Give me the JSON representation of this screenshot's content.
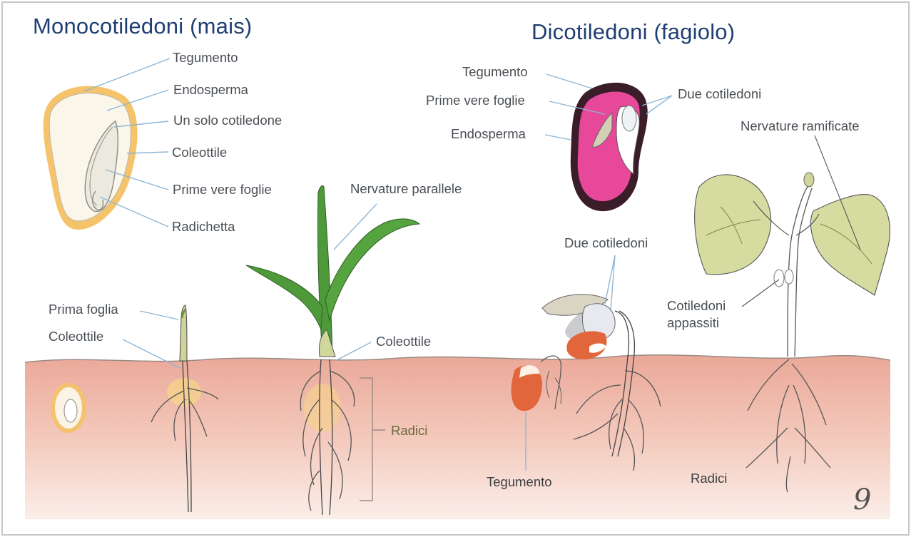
{
  "titles": {
    "mono": "Monocotiledoni (mais)",
    "di": "Dicotiledoni (fagiolo)"
  },
  "mono_seed_labels": {
    "tegumento": "Tegumento",
    "endosperma": "Endosperma",
    "cotiledone": "Un solo cotiledone",
    "coleottile": "Coleottile",
    "prime_foglie": "Prime vere foglie",
    "radichetta": "Radichetta"
  },
  "mono_plant_labels": {
    "prima_foglia": "Prima foglia",
    "coleottile_left": "Coleottile",
    "nervature_parallele": "Nervature parallele",
    "coleottile_right": "Coleottile",
    "radici": "Radici"
  },
  "di_seed_labels": {
    "tegumento": "Tegumento",
    "prime_foglie": "Prime vere foglie",
    "endosperma": "Endosperma",
    "due_cotiledoni": "Due cotiledoni"
  },
  "di_plant_labels": {
    "nervature_ramificate": "Nervature ramificate",
    "due_cotiledoni": "Due cotiledoni",
    "cotiledoni_appassiti": [
      "Cotiledoni",
      "appassiti"
    ],
    "tegumento": "Tegumento",
    "radici": "Radici"
  },
  "page_mark": "9",
  "colors": {
    "title": "#1f3f73",
    "soil": "#f1c6b6",
    "leaf_green": "#4e9a3a",
    "bean_pink": "#e8489a",
    "cotyledon_orange": "#e2663b",
    "leaf_yellow_green": "#d6dba0",
    "leader_line": "#8fb6d6"
  }
}
